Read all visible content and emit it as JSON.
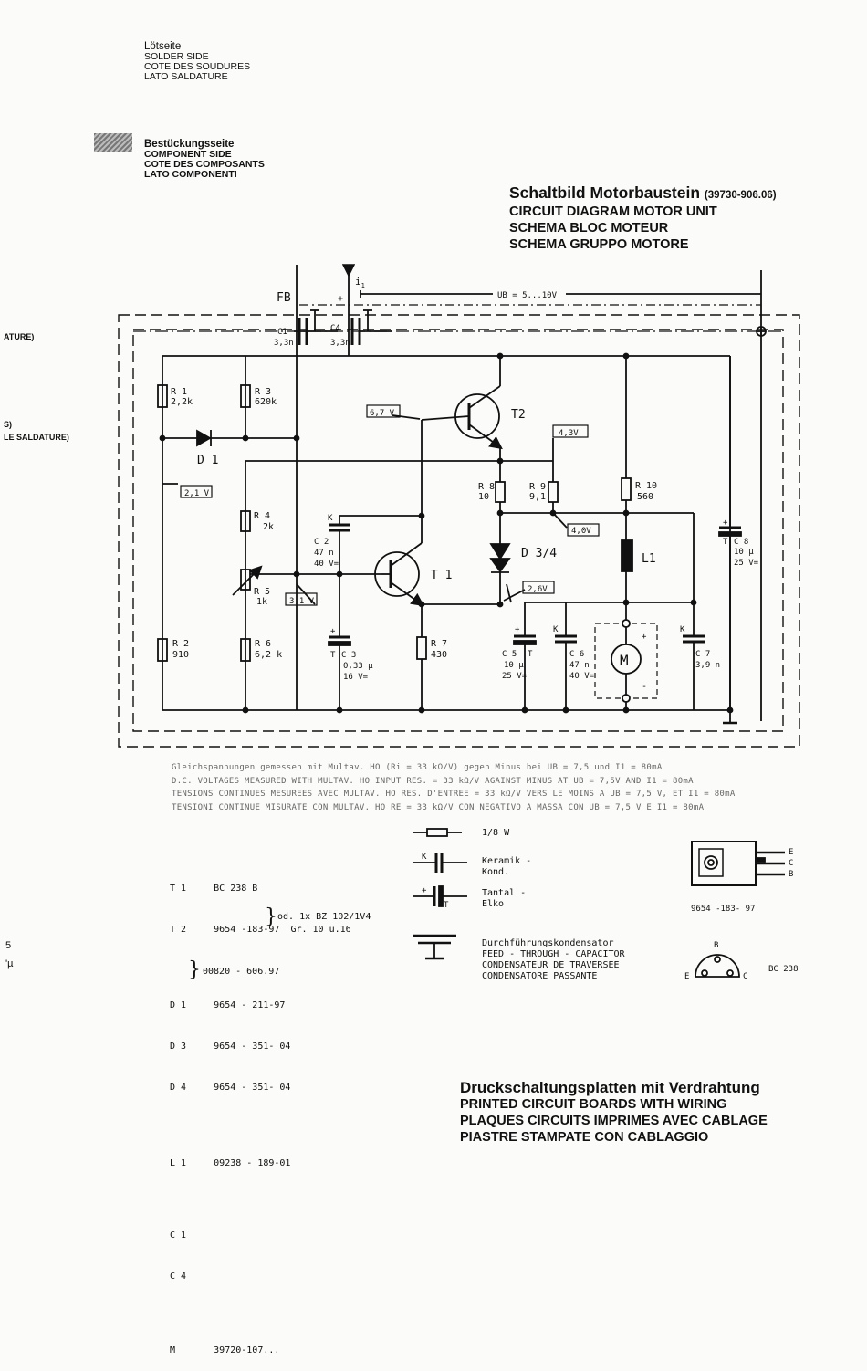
{
  "header_solder": {
    "line1": "Lötseite",
    "line2": "SOLDER SIDE",
    "line3": "COTE DES SOUDURES",
    "line4": "LATO SALDATURE"
  },
  "header_component": {
    "line1": "Bestückungsseite",
    "line2": "COMPONENT SIDE",
    "line3": "COTE DES COMPOSANTS",
    "line4": "LATO COMPONENTI"
  },
  "left_margin": {
    "frag1": "ATURE)",
    "frag2": "S)",
    "frag3": "LE SALDATURE)",
    "frag4": "5",
    "frag5": "'µ"
  },
  "circuit_title": {
    "de": "Schaltbild Motorbaustein",
    "code": "(39730-906.06)",
    "en": "CIRCUIT DIAGRAM MOTOR UNIT",
    "fr": "SCHEMA BLOC MOTEUR",
    "it": "SCHEMA GRUPPO MOTORE"
  },
  "schematic": {
    "fb": "FB",
    "plus": "+",
    "minus": "-",
    "i1": "i",
    "i1_sub": "1",
    "supply": "UB = 5...10V",
    "c1": "C1",
    "c1_val": "3,3n",
    "c4": "C4",
    "c4_val": "3,3n",
    "r1": "R 1",
    "r1_val": "2,2k",
    "r3": "R 3",
    "r3_val": "620k",
    "d1": "D 1",
    "v21": "2,1 V",
    "v67": "6,7 V",
    "t2": "T2",
    "v43": "4,3V",
    "r8": "R 8",
    "r8_val": "10",
    "r9": "R 9",
    "r9_val": "9,1",
    "r10": "R 10",
    "r10_val": "560",
    "r4": "R 4",
    "r4_val": "2k",
    "k": "K",
    "c2": "C 2",
    "c2_val1": "47 n",
    "c2_val2": "40 V=",
    "v40": "4,0V",
    "d34": "D 3/4",
    "l1": "L1",
    "c8": "C 8",
    "c8_val1": "10 µ",
    "c8_val2": "25 V=",
    "t_mark": "T",
    "t1": "T 1",
    "r5": "R 5",
    "r5_val": "1k",
    "v31": "3,1 V",
    "v26": "2,6V",
    "r2": "R 2",
    "r2_val": "910",
    "r6": "R 6",
    "r6_val": "6,2 k",
    "c3": "C 3",
    "c3_val1": "0,33 µ",
    "c3_val2": "16 V=",
    "r7": "R 7",
    "r7_val": "430",
    "c5": "C 5",
    "c5_val1": "10 µ",
    "c5_val2": "25 V=",
    "c6": "C 6",
    "c6_val1": "47 n",
    "c6_val2": "40 V=",
    "c7": "C 7",
    "c7_val": "3,9 n",
    "motor": "M"
  },
  "notes": {
    "de": "Gleichspannungen gemessen mit Multav. HO (Ri = 33 kΩ/V) gegen Minus bei UB = 7,5 und I1 = 80mA",
    "en": "D.C. VOLTAGES MEASURED WITH MULTAV. HO INPUT RES. = 33 kΩ/V AGAINST MINUS AT UB = 7,5V AND I1 = 80mA",
    "fr": "TENSIONS CONTINUES MESUREES AVEC MULTAV. HO RES. D'ENTREE = 33 kΩ/V VERS LE MOINS A UB = 7,5 V, ET I1 = 80mA",
    "it": "TENSIONI CONTINUE MISURATE CON MULTAV. HO RE = 33 kΩ/V CON NEGATIVO A MASSA CON UB = 7,5 V E I1 = 80mA"
  },
  "parts": {
    "t1": "T 1     BC 238 B",
    "t2": "T 2     9654 -183-97  Gr. 10 u.16",
    "d1": "D 1     9654 - 211-97",
    "d3": "D 3     9654 - 351- 04",
    "d4": "D 4     9654 - 351- 04",
    "d_alt": "od. 1x BZ 102/1V4",
    "l1": "L 1     09238 - 189-01",
    "c1": "C 1",
    "c4": "C 4",
    "c_code": "00820 - 606.97",
    "m": "M       39720-107..."
  },
  "legend": {
    "resistor": "1/8 W",
    "ceramic1": "Keramik -",
    "ceramic2": "Kond.",
    "tantal1": "Tantal -",
    "tantal2": "Elko",
    "feed1": "Durchführungskondensator",
    "feed2": "FEED - THROUGH - CAPACITOR",
    "feed3": "CONDENSATEUR DE TRAVERSEE",
    "feed4": "CONDENSATORE PASSANTE",
    "k": "K",
    "t": "T",
    "plus": "+"
  },
  "packages": {
    "pkg_code": "9654 -183- 97",
    "pins": "E C B",
    "b": "B",
    "e": "E",
    "c": "C",
    "bc238": "BC 238"
  },
  "footer": {
    "de": "Druckschaltungsplatten mit Verdrahtung",
    "en": "PRINTED CIRCUIT BOARDS WITH WIRING",
    "fr": "PLAQUES CIRCUITS IMPRIMES AVEC CABLAGE",
    "it": "PIASTRE STAMPATE CON CABLAGGIO"
  }
}
